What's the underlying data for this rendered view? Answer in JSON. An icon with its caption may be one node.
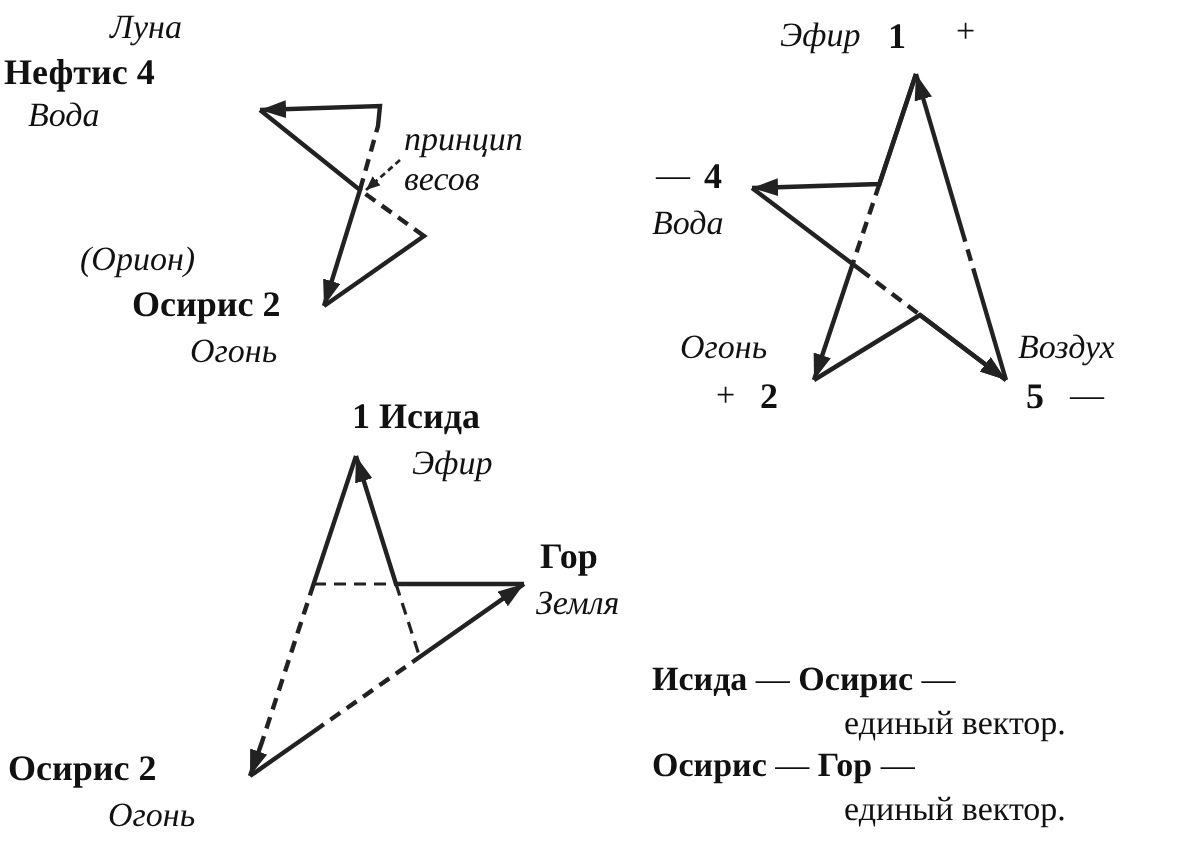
{
  "diagram": {
    "nodes": [
      {
        "text": [
          "Луна",
          "Нефтис 4",
          "Вода"
        ]
      },
      {
        "text": [
          "(Орион)",
          "Осирис 2",
          "Огонь"
        ]
      },
      {
        "text": [
          "принцип весов"
        ]
      },
      {
        "text": [
          "Эфир",
          "1",
          "+"
        ]
      },
      {
        "text": [
          "—",
          "4",
          "Вода"
        ]
      },
      {
        "text": [
          "Огонь",
          "+",
          "2"
        ]
      },
      {
        "text": [
          "Воздух",
          "5",
          "—"
        ]
      },
      {
        "text": [
          "1 Исида",
          "Эфир"
        ]
      },
      {
        "text": [
          "Гор",
          "Земля"
        ]
      },
      {
        "text": [
          "Осирис 2",
          "Огонь"
        ]
      }
    ],
    "edges": [
      {
        "from": 0,
        "to": 1,
        "arrow": "to"
      },
      {
        "from": 1,
        "to": 0,
        "arrow": "to",
        "style": "dashed"
      },
      {
        "from": 2,
        "to": null,
        "arrow": "to",
        "style": "dashed"
      },
      {
        "from": 6,
        "to": 3,
        "arrow": "to",
        "style": "dashed"
      },
      {
        "from": 3,
        "to": 5,
        "arrow": "to",
        "style": "dashed"
      },
      {
        "from": 3,
        "to": 4,
        "arrow": "to"
      },
      {
        "from": 4,
        "to": 6,
        "arrow": "to",
        "style": "dashed"
      },
      {
        "from": 5,
        "to": 6,
        "arrow": "to"
      },
      {
        "from": 7,
        "to": 9,
        "arrow": "to",
        "style": "dashed"
      },
      {
        "from": 9,
        "to": 8,
        "arrow": "to",
        "style": "dashed"
      },
      {
        "from": 8,
        "to": 7,
        "arrow": "to"
      }
    ],
    "labels": [
      "**Исида**  — **Осирис** —",
      "единый вектор.",
      "**Осирис** — **Гор** —",
      "единый вектор."
    ]
  }
}
